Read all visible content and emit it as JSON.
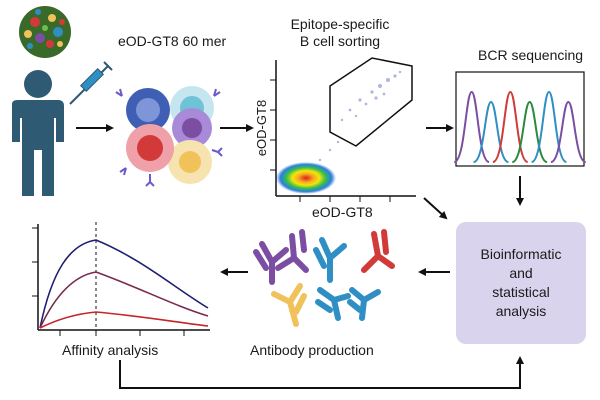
{
  "labels": {
    "antigen": "eOD-GT8 60 mer",
    "sorting_line1": "Epitope-specific",
    "sorting_line2": "B cell sorting",
    "sequencing": "BCR sequencing",
    "affinity": "Affinity analysis",
    "antibody": "Antibody production",
    "analysis_lines": [
      "Bioinformatic",
      "and",
      "statistical",
      "analysis"
    ],
    "facs_ylabel": "eOD-GT8",
    "facs_xlabel": "eOD-GT8"
  },
  "colors": {
    "person": "#2f5a73",
    "arrow": "#111111",
    "analysis_box": "#d9d3ee",
    "ab_purple": "#7b4ea3",
    "ab_blue": "#2f8fc4",
    "ab_red": "#d23a3a",
    "ab_yellow": "#f1c15a",
    "curve_navy": "#1f1f73",
    "curve_maroon": "#7a2a4e",
    "curve_red": "#c4262b"
  },
  "sequencing_peaks": [
    "#7b4ea3",
    "#2f8fc4",
    "#d23a3a",
    "#2c8a3c",
    "#2f8fc4",
    "#7b4ea3"
  ],
  "icons": [
    "virus-nanoparticle-icon",
    "person-icon",
    "syringe-icon",
    "b-cell-cluster-icon",
    "antibody-icon"
  ]
}
